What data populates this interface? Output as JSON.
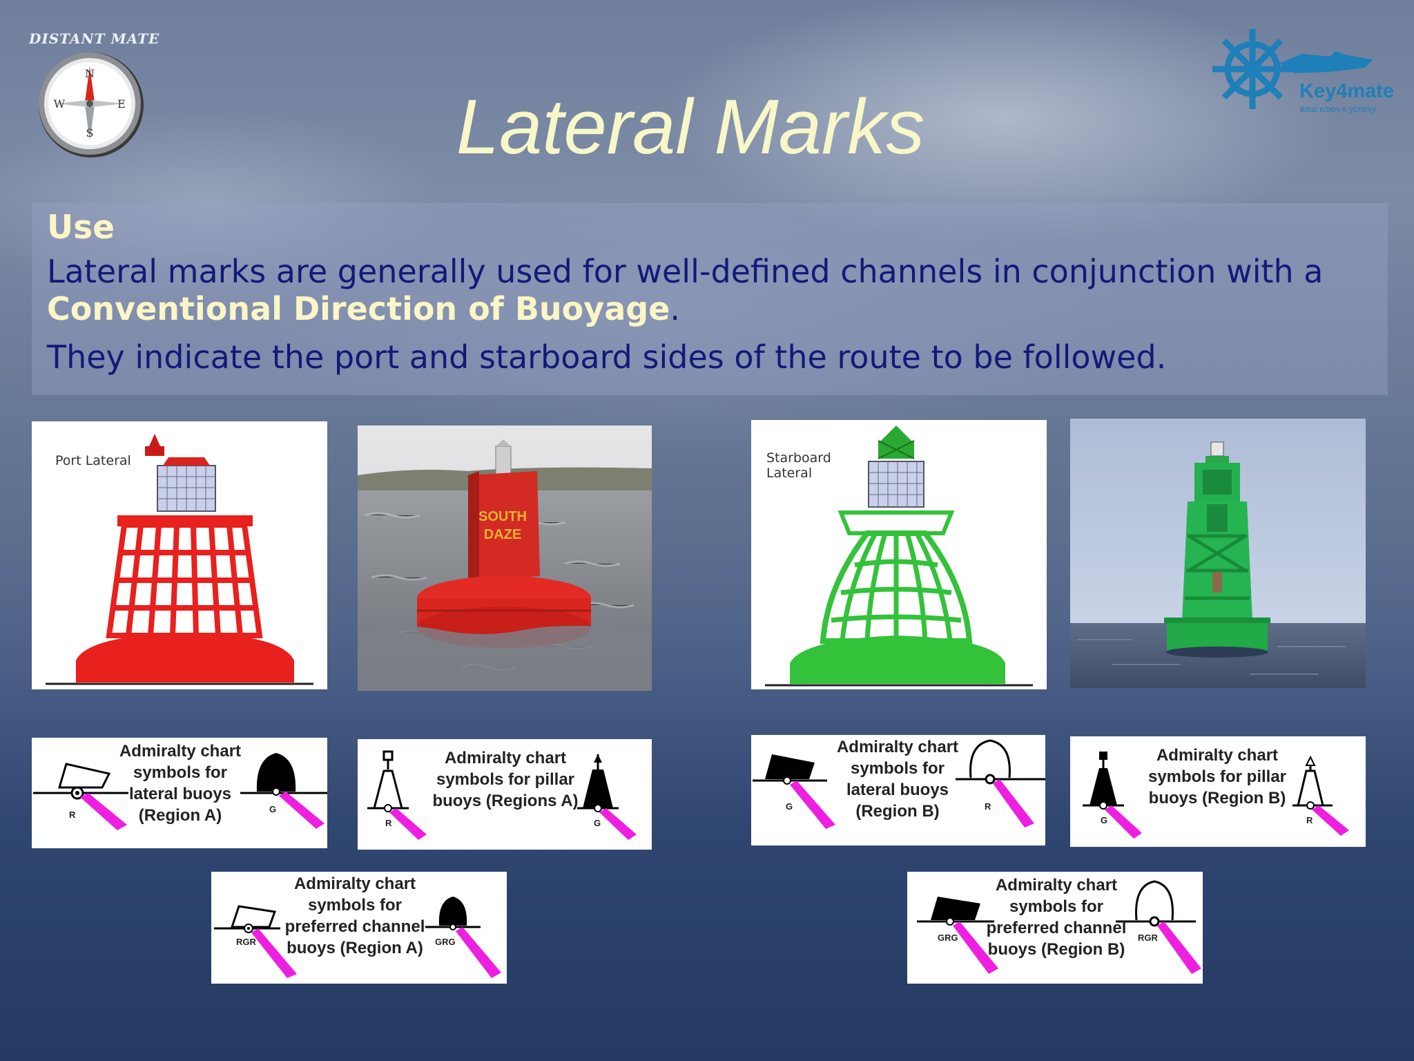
{
  "brand": {
    "left_text": "DISTANT MATE",
    "right_name": "Key4mate",
    "right_tagline": "ваш ключ к успеху",
    "brand_color": "#1f7fb8"
  },
  "title": "Lateral Marks",
  "use_section": {
    "heading": "Use",
    "p1_before": "Lateral marks are generally used for well-defined channels in conjunction with a ",
    "p1_emphasis": "Conventional Direction of Buoyage",
    "p1_after": ".",
    "p2": "They indicate the port and starboard sides of the route to be followed."
  },
  "photos": {
    "port_diagram_label": "Port Lateral",
    "red_buoy_text_line1": "SOUTH",
    "red_buoy_text_line2": "DAZE",
    "starboard_diagram_label_line1": "Starboard",
    "starboard_diagram_label_line2": "Lateral"
  },
  "symbols": {
    "lateral_a": {
      "text": "Admiralty chart symbols for lateral buoys (Region A)",
      "left": "R",
      "right": "G"
    },
    "pillar_a": {
      "text": "Admiralty chart symbols for pillar buoys (Regions A)",
      "left": "R",
      "right": "G"
    },
    "lateral_b": {
      "text": "Admiralty chart symbols for lateral buoys (Region B)",
      "left": "G",
      "right": "R"
    },
    "pillar_b": {
      "text": "Admiralty chart symbols for pillar buoys (Region B)",
      "left": "G",
      "right": "R"
    },
    "preferred_a": {
      "text": "Admiralty chart symbols for preferred channel buoys (Region A)",
      "left": "RGR",
      "right": "GRG"
    },
    "preferred_b": {
      "text": "Admiralty chart symbols for preferred channel buoys (Region B)",
      "left": "GRG",
      "right": "RGR"
    }
  },
  "colors": {
    "title": "#f8f7c8",
    "body_text": "#111a78",
    "emphasis": "#fbf6c6",
    "port_red": "#e8201e",
    "starboard_green": "#33c23a",
    "light_flare": "#f01ce0"
  }
}
